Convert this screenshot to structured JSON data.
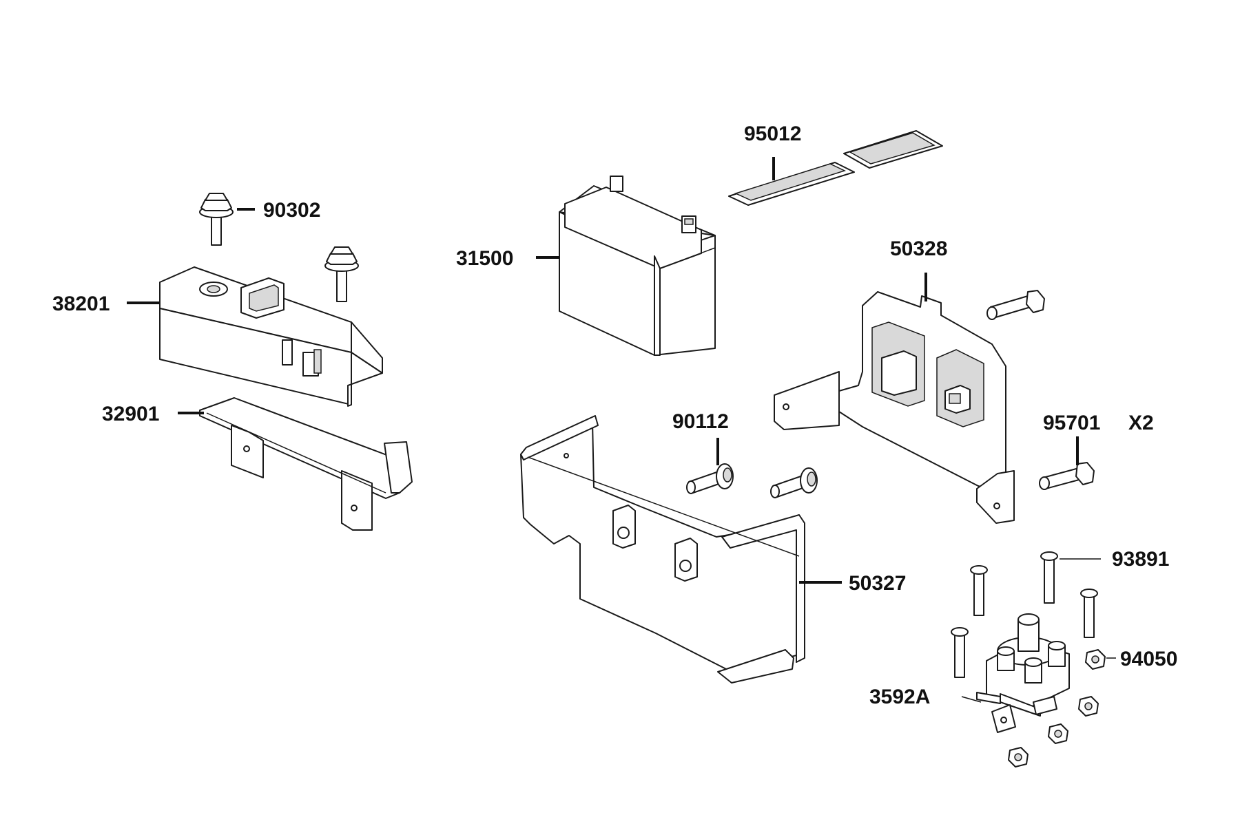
{
  "callouts": {
    "c95012": "95012",
    "c90302": "90302",
    "c31500": "31500",
    "c50328": "50328",
    "c38201": "38201",
    "c32901": "32901",
    "c90112": "90112",
    "c95701": "95701",
    "c95701_qty": "X2",
    "c50327": "50327",
    "c93891": "93891",
    "c94050": "94050",
    "c3592A": "3592A"
  }
}
